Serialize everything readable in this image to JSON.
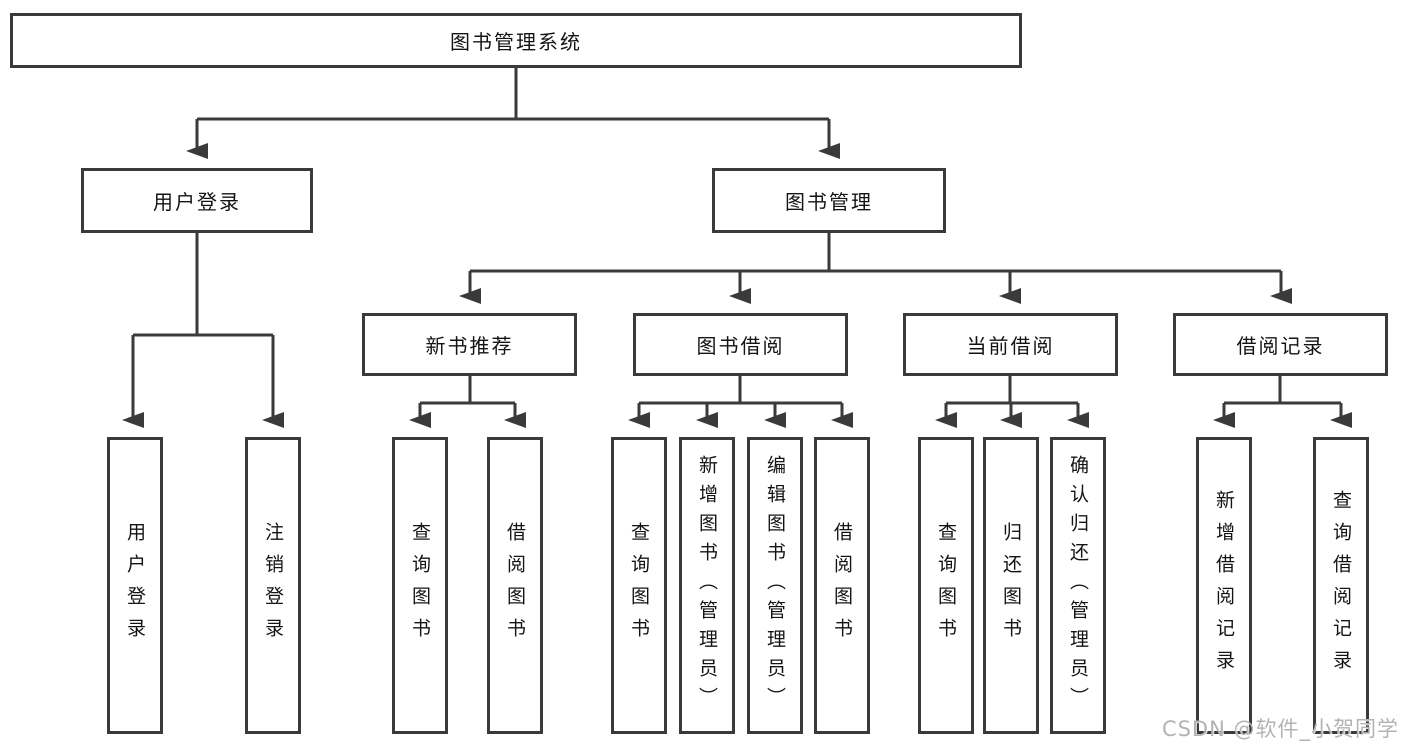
{
  "tree": {
    "root": {
      "label": "图书管理系统",
      "children": [
        {
          "label": "用户登录",
          "children": [
            {
              "label": "用户登录"
            },
            {
              "label": "注销登录"
            }
          ]
        },
        {
          "label": "图书管理",
          "children": [
            {
              "label": "新书推荐",
              "children": [
                {
                  "label": "查询图书"
                },
                {
                  "label": "借阅图书"
                }
              ]
            },
            {
              "label": "图书借阅",
              "children": [
                {
                  "label": "查询图书"
                },
                {
                  "label": "新增图书（管理员）"
                },
                {
                  "label": "编辑图书（管理员）"
                },
                {
                  "label": "借阅图书"
                }
              ]
            },
            {
              "label": "当前借阅",
              "children": [
                {
                  "label": "查询图书"
                },
                {
                  "label": "归还图书"
                },
                {
                  "label": "确认归还（管理员）"
                }
              ]
            },
            {
              "label": "借阅记录",
              "children": [
                {
                  "label": "新增借阅记录"
                },
                {
                  "label": "查询借阅记录"
                }
              ]
            }
          ]
        }
      ]
    }
  },
  "colors": {
    "line": "#3a3a3a",
    "text": "#141414",
    "watermark": "#b3b3b3",
    "background": "#ffffff"
  },
  "watermark": {
    "text": "CSDN @软件_小贺同学"
  }
}
